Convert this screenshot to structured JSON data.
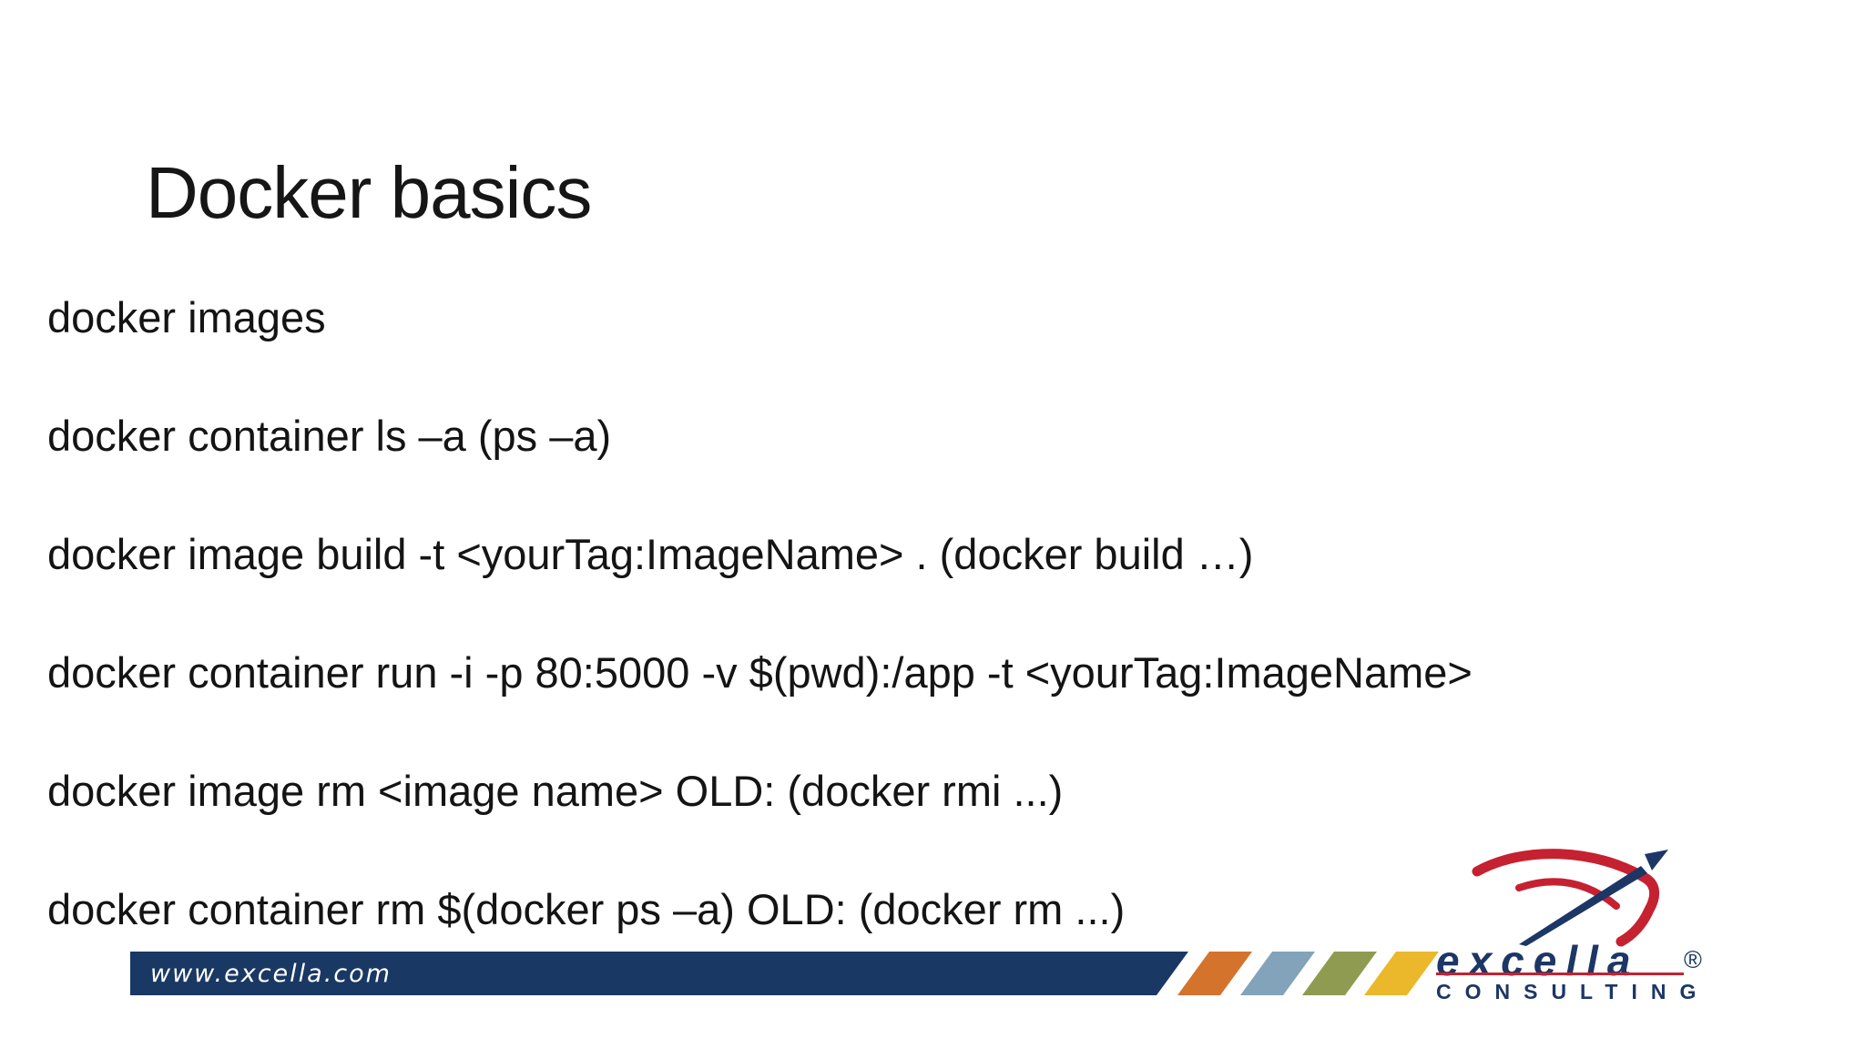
{
  "slide": {
    "title": "Docker basics",
    "commands": [
      "docker images",
      "docker container ls –a (ps –a)",
      "docker image build -t <yourTag:ImageName> . (docker build …)",
      "docker container run -i -p 80:5000 -v $(pwd):/app -t <yourTag:ImageName>",
      "docker image rm <image name> OLD: (docker rmi ...)",
      "docker container rm $(docker ps –a) OLD: (docker rm ...)"
    ]
  },
  "footer": {
    "website": "www.excella.com",
    "bar_color": "#193863",
    "stripe_colors": [
      "#d4732c",
      "#82a3ba",
      "#8f9b51",
      "#eab82a"
    ]
  },
  "logo": {
    "brand": "excella",
    "registered_mark": "®",
    "tagline": "CONSULTING",
    "navy": "#1c3666",
    "red": "#c52130"
  }
}
